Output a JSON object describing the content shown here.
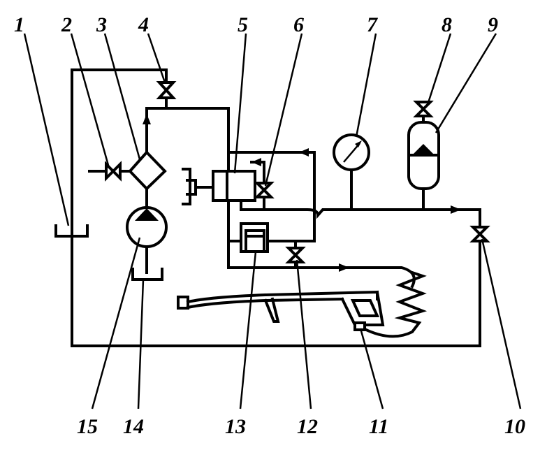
{
  "diagram": {
    "labels_top": [
      "1",
      "2",
      "3",
      "4",
      "5",
      "6",
      "7",
      "8",
      "9"
    ],
    "labels_bottom": [
      "15",
      "14",
      "13",
      "12",
      "11",
      "10"
    ]
  }
}
